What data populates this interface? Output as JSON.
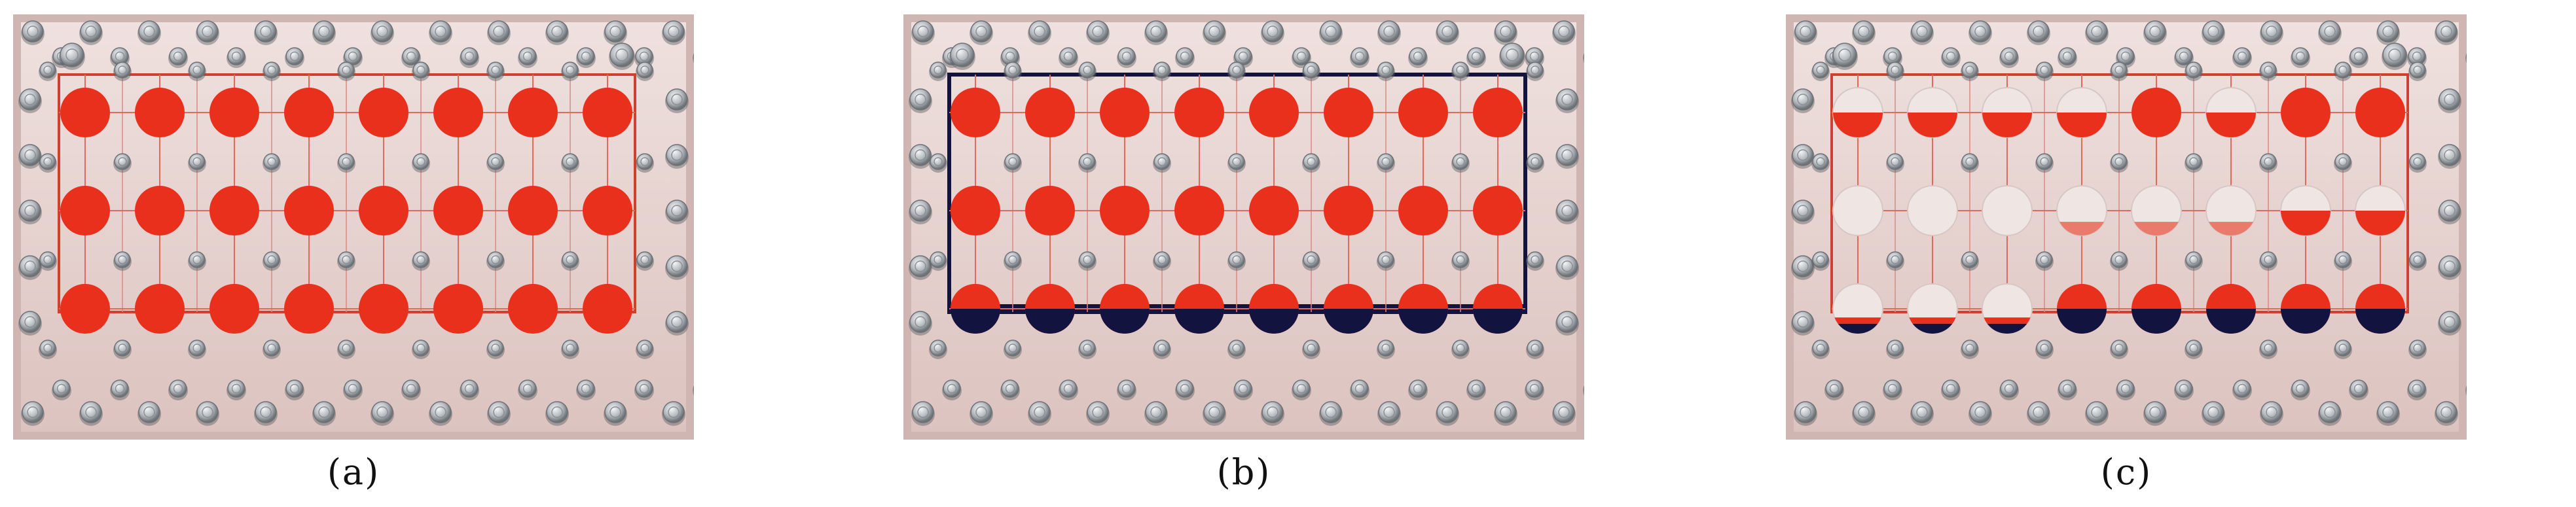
{
  "panels": [
    {
      "id": "a",
      "caption": "(a)",
      "state": "all-red",
      "cells": [
        [
          "red",
          "red",
          "red",
          "red",
          "red",
          "red",
          "red",
          "red"
        ],
        [
          "red",
          "red",
          "red",
          "red",
          "red",
          "red",
          "red",
          "red"
        ],
        [
          "red",
          "red",
          "red",
          "red",
          "red",
          "red",
          "red",
          "red"
        ]
      ]
    },
    {
      "id": "b",
      "caption": "(b)",
      "state": "dark-fluid-bottom-row",
      "cells": [
        [
          "red",
          "red",
          "red",
          "red",
          "red",
          "red",
          "red",
          "red"
        ],
        [
          "red",
          "red",
          "red",
          "red",
          "red",
          "red",
          "red",
          "red"
        ],
        [
          "split-dark",
          "split-dark",
          "split-dark",
          "split-dark",
          "split-dark",
          "split-dark",
          "split-dark",
          "split-dark"
        ]
      ]
    },
    {
      "id": "c",
      "caption": "(c)",
      "state": "partially-drained",
      "cells": [
        [
          "partial-red",
          "partial-red",
          "partial-red",
          "partial-red",
          "red",
          "partial-red",
          "red",
          "red"
        ],
        [
          "empty",
          "empty",
          "empty",
          "partial-low",
          "partial-low",
          "partial-low",
          "partial-red",
          "partial-red"
        ],
        [
          "thin-band",
          "thin-band",
          "thin-band",
          "split-dark",
          "split-dark",
          "split-dark",
          "split-dark",
          "split-dark"
        ]
      ]
    }
  ],
  "colors": {
    "plate": "#e7d4d2",
    "frame": "#cfb6b3",
    "red": "#e8301c",
    "dark": "#12143f",
    "bolt": "#b4b8bd",
    "caption": "#111111"
  }
}
